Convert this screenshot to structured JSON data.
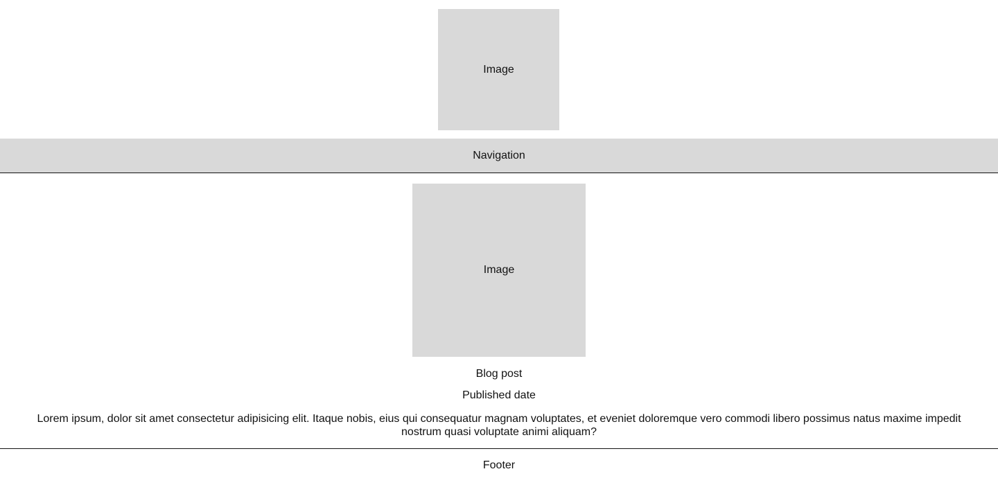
{
  "header": {
    "image_label": "Image"
  },
  "navigation": {
    "label": "Navigation"
  },
  "post": {
    "image_label": "Image",
    "title": "Blog post",
    "published_date": "Published date",
    "body": "Lorem ipsum, dolor sit amet consectetur adipisicing elit. Itaque nobis, eius qui consequatur magnam voluptates, et eveniet doloremque vero commodi libero possimus natus maxime impedit nostrum quasi voluptate animi aliquam?"
  },
  "footer": {
    "label": "Footer"
  },
  "colors": {
    "placeholder": "#d9d9d9",
    "text": "#111111",
    "background": "#ffffff"
  }
}
